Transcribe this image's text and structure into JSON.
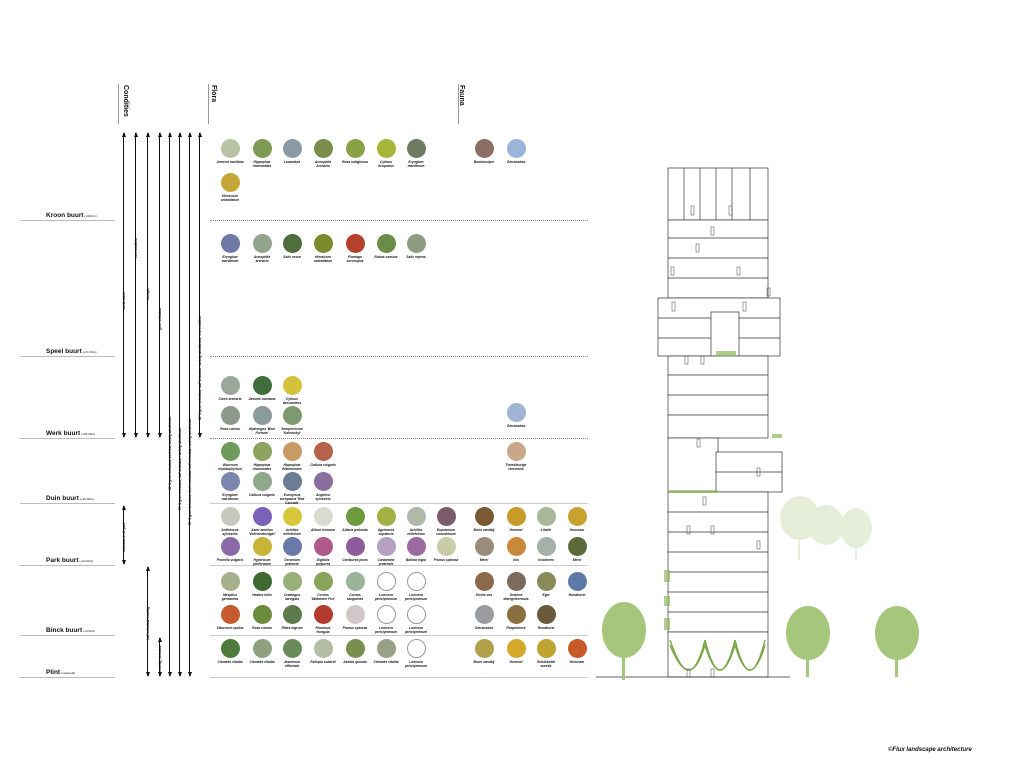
{
  "headers": {
    "condities": "Condities",
    "flora": "Flora",
    "fauna": "Fauna"
  },
  "credit": "©Flux landscape architecture",
  "floors": [
    {
      "name": "Kroon buurt",
      "height": "(+99.0m)"
    },
    {
      "name": "Speel buurt",
      "height": "(+71.19m)"
    },
    {
      "name": "Werk buurt",
      "height": "(+50.00m)"
    },
    {
      "name": "Duin buurt",
      "height": "(+36.00m)"
    },
    {
      "name": "Park buurt",
      "height": "(+24.00m)"
    },
    {
      "name": "Binck buurt",
      "height": "(+9.00m)"
    },
    {
      "name": "Plint",
      "height": "(maaiveld)"
    }
  ],
  "conditions": [
    "sterke wind",
    "veel zon/licht",
    "droogte",
    "geen schaduw",
    "60 % geen schaduw, veel zon, weinig windhinder",
    "70 % geen schaduw, half schaduw - weinig windhinder",
    "70 % geen schaduw, deels schaduw, half schaduw - weinig windhinder",
    "80 % geen schaduw, half schaduw - weinig windhinder, veel zon/licht",
    "schaduw in de park",
    "half schaduw, vochtig",
    "vochtig, schaduw"
  ],
  "flora": [
    {
      "name": "Armeria maritima",
      "color": "#b9c3a4"
    },
    {
      "name": "Hippophae rhamnoides",
      "color": "#7f9a52"
    },
    {
      "name": "Lavandula",
      "color": "#8e9aa3"
    },
    {
      "name": "Armophila Arenaria",
      "color": "#7c8c4c"
    },
    {
      "name": "Rosa rubiginosa",
      "color": "#8aa246"
    },
    {
      "name": "Cytisus Scoparius",
      "color": "#a7b53a"
    },
    {
      "name": "Eryngium maritimum",
      "color": "#6f7a62"
    },
    {
      "name": "Hieracium umbellatum",
      "color": "#c6a636"
    },
    {
      "name": "Eryngium maritimum",
      "color": "#7079a6"
    },
    {
      "name": "Armophila arenaria",
      "color": "#93a48c"
    },
    {
      "name": "Salix rosea",
      "color": "#4e6e3e"
    },
    {
      "name": "Hieracium umbellatum",
      "color": "#7a8c2e"
    },
    {
      "name": "Plantago coronopus",
      "color": "#b5412d"
    },
    {
      "name": "Rubus caesius",
      "color": "#6c8c4a"
    },
    {
      "name": "Salix repens",
      "color": "#8e9c82"
    },
    {
      "name": "Carex arenaria",
      "color": "#9aa89a"
    },
    {
      "name": "Jasione montana",
      "color": "#3e6e3a"
    },
    {
      "name": "Cytisus decumbens",
      "color": "#d4c23c"
    },
    {
      "name": "Rosa canina",
      "color": "#8c9a8c"
    },
    {
      "name": "Hydrangea 'Blue Fortune'",
      "color": "#8a9c9a"
    },
    {
      "name": "Sempervivum 'Kalmuckyi'",
      "color": "#7c9a6e"
    },
    {
      "name": "Viburnum rhytidophyllum",
      "color": "#6e9a5c"
    },
    {
      "name": "Hippophae rhamnoides",
      "color": "#8da25e"
    },
    {
      "name": "Hippophae Rhamnoides",
      "color": "#c89a64"
    },
    {
      "name": "Calluna vulgaris",
      "color": "#b6624a"
    },
    {
      "name": "Eryngium maritimum",
      "color": "#7c84b0"
    },
    {
      "name": "Calluna vulgaris",
      "color": "#8ea88a"
    },
    {
      "name": "Euonymus europaeus 'Red Cascade'",
      "color": "#6a7c96"
    },
    {
      "name": "Angelica sylvestris",
      "color": "#8a6ea0"
    },
    {
      "name": "Anthriscus sylvestris",
      "color": "#c8c8c0"
    },
    {
      "name": "Aster amellus 'Veilchenkonigin'",
      "color": "#7a62b8"
    },
    {
      "name": "Achillea millefolium",
      "color": "#d6c83a"
    },
    {
      "name": "Allium ursinum",
      "color": "#d8dcd0"
    },
    {
      "name": "Alliaria petiolata",
      "color": "#6e9a3e"
    },
    {
      "name": "Agrimonia eupatoria",
      "color": "#a2b044"
    },
    {
      "name": "Achillea millefolium",
      "color": "#b0b8a8"
    },
    {
      "name": "Eupatorium cannabinum",
      "color": "#7c5c6c"
    },
    {
      "name": "Prunella vulgaris",
      "color": "#8a6aa8"
    },
    {
      "name": "Hypericum perforatum",
      "color": "#c8b438"
    },
    {
      "name": "Geranium pratense",
      "color": "#6a7aa8"
    },
    {
      "name": "Digitalis purpurea",
      "color": "#b05a8a"
    },
    {
      "name": "Centaurea jacea",
      "color": "#8e5c9a"
    },
    {
      "name": "Cardamine pratensis",
      "color": "#b6a0c4"
    },
    {
      "name": "Ballota nigra",
      "color": "#9c6aa0"
    },
    {
      "name": "Prunus spinosa",
      "color": "#c8cca8"
    },
    {
      "name": "Mespilus germanica",
      "color": "#a6b08a"
    },
    {
      "name": "Hedera helix",
      "color": "#3e6a32"
    },
    {
      "name": "Crataegus laevigata",
      "color": "#9ab07a"
    },
    {
      "name": "Cornus 'Midwinter Fire'",
      "color": "#8aa45a"
    },
    {
      "name": "Cornus sanguinea",
      "color": "#9ab49a"
    },
    {
      "name": "Viburnum opulus",
      "color": "#c65a2e"
    },
    {
      "name": "Rosa canina",
      "color": "#6c8c3c"
    },
    {
      "name": "Ribes nigrum",
      "color": "#5c7a4a"
    },
    {
      "name": "Rhamnus frangula",
      "color": "#b43a2e"
    },
    {
      "name": "Prunus spinosa",
      "color": "#d0c8c8"
    },
    {
      "name": "Clematis vitalba",
      "color": "#4e7a3e"
    },
    {
      "name": "Clematis vitalba",
      "color": "#8ea07e"
    },
    {
      "name": "Jasminum officinale",
      "color": "#6a8c5a"
    },
    {
      "name": "Fallopia aubertii",
      "color": "#b4bca4"
    },
    {
      "name": "Akebia quinata",
      "color": "#7a8e4e"
    },
    {
      "name": "Clematis vitalba",
      "color": "#9aa086"
    }
  ],
  "flora_placeholders": [
    {
      "name": "Lonicera periclymenum",
      "color": ""
    },
    {
      "name": "Lonicera periclymenum",
      "color": ""
    },
    {
      "name": "Lonicera periclymenum",
      "color": ""
    },
    {
      "name": "Lonicera periclymenum",
      "color": ""
    },
    {
      "name": "Lonicera periclymenum",
      "color": ""
    }
  ],
  "fauna": [
    {
      "name": "Boomkruiper",
      "color": "#8a7060"
    },
    {
      "name": "Gierzwaluw",
      "color": "#9cb4d8"
    },
    {
      "name": "Gierzwaluw",
      "color": "#a0b4d4"
    },
    {
      "name": "Tweekleurige vleermuis",
      "color": "#c8a888"
    },
    {
      "name": "Bruin zandbij",
      "color": "#7a5a30"
    },
    {
      "name": "Hommel",
      "color": "#c89a2a"
    },
    {
      "name": "Libelle",
      "color": "#a8b898"
    },
    {
      "name": "Hoornaar",
      "color": "#c8a230"
    },
    {
      "name": "Merel",
      "color": "#9a8c7a"
    },
    {
      "name": "Vos",
      "color": "#c88a3a"
    },
    {
      "name": "Koolmees",
      "color": "#a4b0a8"
    },
    {
      "name": "Merel",
      "color": "#5c6a3a"
    },
    {
      "name": "Kleine vos",
      "color": "#8a6a4a"
    },
    {
      "name": "Gewone dwergvleermuis",
      "color": "#7c6a5a"
    },
    {
      "name": "Egel",
      "color": "#8a8a5a"
    },
    {
      "name": "Roodborst",
      "color": "#5c7aa8"
    },
    {
      "name": "Gierzwaluw",
      "color": "#9a9ca0"
    },
    {
      "name": "Pimpelmees",
      "color": "#8a7040"
    },
    {
      "name": "Roodborst",
      "color": "#6a5a3a"
    },
    {
      "name": "Bruin zandbij",
      "color": "#b0a04a"
    },
    {
      "name": "Hommel",
      "color": "#d4a82a"
    },
    {
      "name": "Gehakkelde aurelia",
      "color": "#c0a430"
    },
    {
      "name": "Hoornaar",
      "color": "#c85a2a"
    }
  ]
}
